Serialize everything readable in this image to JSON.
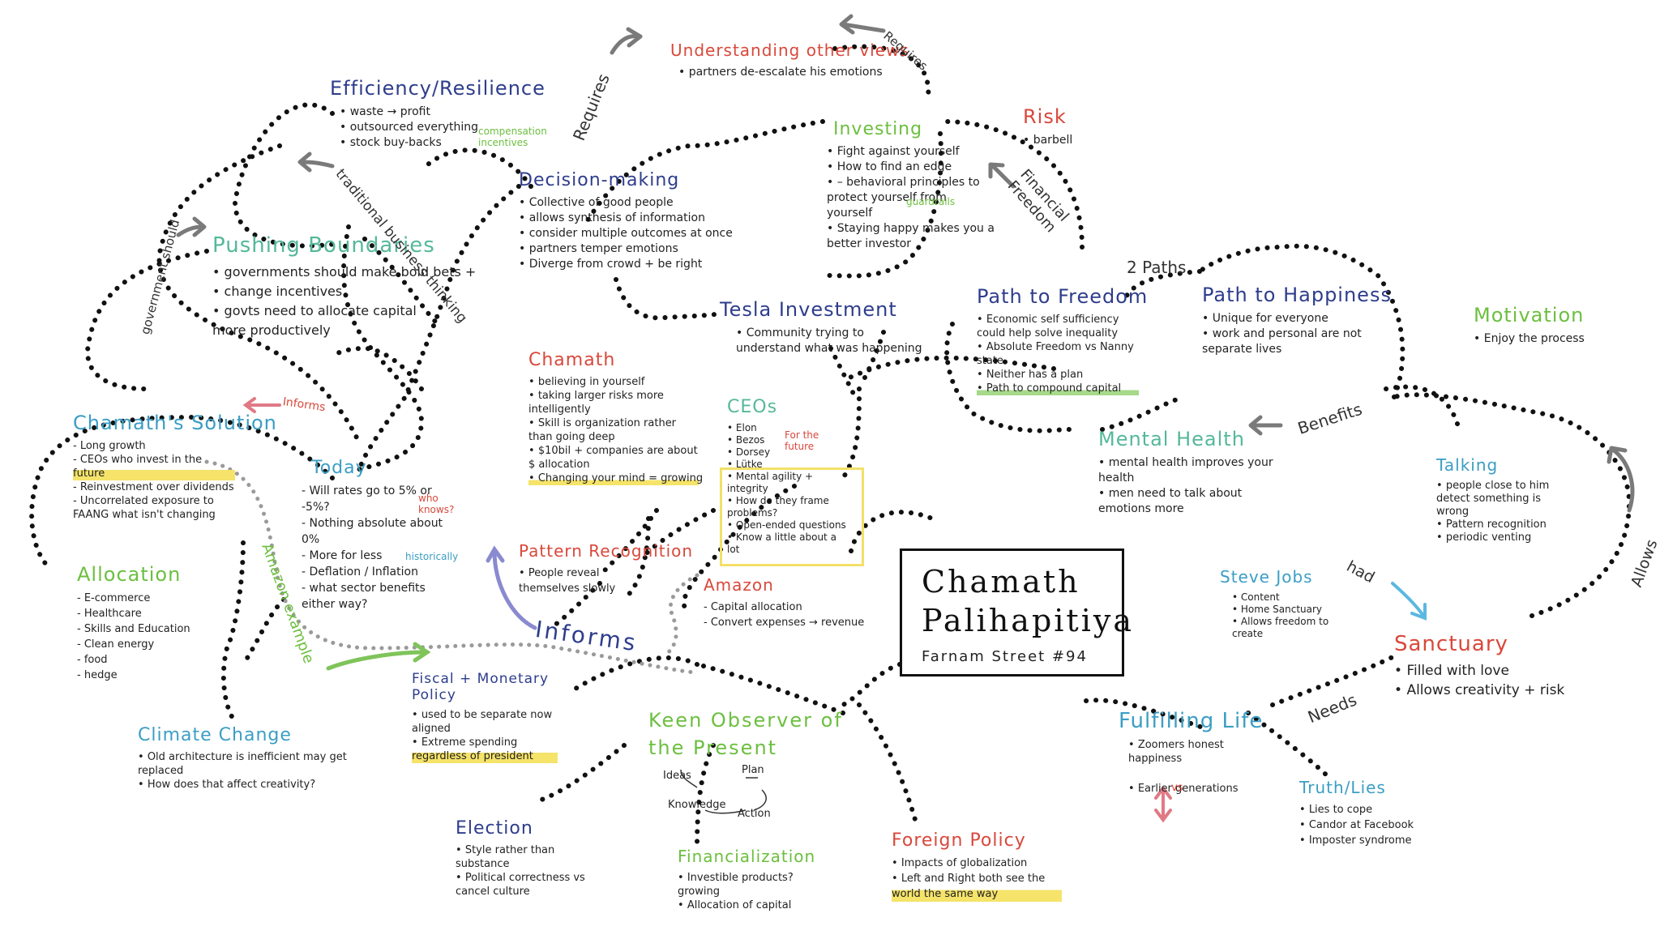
{
  "colors": {
    "navy": "#2e3d8c",
    "red": "#d9483b",
    "green": "#6cbf3f",
    "teal": "#3b9ec4",
    "mint": "#55b89a",
    "gray": "#7a7a7a",
    "ink": "#222222"
  },
  "center": {
    "line1": "Chamath",
    "line2": "Palihapitiya",
    "subtitle": "Farnam Street #94"
  },
  "nodes": {
    "efficiency": {
      "title": "Efficiency/Resilience",
      "items": [
        "waste → profit",
        "outsourced everything",
        "stock buy-backs"
      ],
      "note": "compensation incentives"
    },
    "understanding": {
      "title": "Understanding other views",
      "items": [
        "partners de-escalate his emotions"
      ]
    },
    "investing": {
      "title": "Investing",
      "items": [
        "Fight against yourself",
        "How to find an edge",
        "– behavioral principles to protect yourself from yourself",
        "Staying happy makes you a better investor"
      ],
      "note": "guardrails"
    },
    "risk": {
      "title": "Risk",
      "items": [
        "barbell"
      ]
    },
    "decision": {
      "title": "Decision-making",
      "items": [
        "Collective of good people",
        "allows synthesis of information",
        "consider multiple outcomes at once",
        "partners temper emotions",
        "Diverge from crowd + be right"
      ]
    },
    "pushing": {
      "title": "Pushing Boundaries",
      "items": [
        "governments should make bold bets +",
        "change incentives",
        "govts need to allocate capital more productively"
      ]
    },
    "tesla": {
      "title": "Tesla Investment",
      "items": [
        "Community trying to understand what was happening"
      ]
    },
    "path_freedom": {
      "title": "Path to Freedom",
      "items": [
        "Economic self sufficiency could help solve inequality",
        "Absolute Freedom vs Nanny state",
        "Neither has a plan",
        "Path to compound capital"
      ]
    },
    "path_happiness": {
      "title": "Path to Happiness",
      "items": [
        "Unique for everyone",
        "work and personal are not separate lives"
      ]
    },
    "motivation": {
      "title": "Motivation",
      "items": [
        "Enjoy the process"
      ]
    },
    "chamath": {
      "title": "Chamath",
      "items": [
        "believing in yourself",
        "taking larger risks more intelligently",
        "Skill is organization rather than going deep",
        "$10bil + companies are about $ allocation",
        "Changing your mind = growing"
      ]
    },
    "ceos": {
      "title": "CEOs",
      "items": [
        "Elon",
        "Bezos",
        "Dorsey",
        "Lütke",
        "Mental agility + integrity",
        "How do they frame problems?",
        "Open-ended questions",
        "Know a little about a lot"
      ],
      "note": "For the future"
    },
    "solution": {
      "title": "Chamath's Solution",
      "items": [
        "Long growth",
        "CEOs who invest in the future",
        "Reinvestment over dividends",
        "Uncorrelated exposure to FAANG what isn't changing"
      ]
    },
    "today": {
      "title": "Today",
      "items": [
        "Will rates go to 5% or -5%?",
        "Nothing absolute about 0%",
        "More for less",
        "Deflation / Inflation",
        "what sector benefits either way?"
      ],
      "note1": "who knows?",
      "note2": "historically"
    },
    "mental_health": {
      "title": "Mental Health",
      "items": [
        "mental health improves your health",
        "men need to talk about emotions more"
      ]
    },
    "talking": {
      "title": "Talking",
      "items": [
        "people close to him detect something is wrong",
        "Pattern recognition",
        "periodic venting"
      ]
    },
    "allocation": {
      "title": "Allocation",
      "items": [
        "E-commerce",
        "Healthcare",
        "Skills and Education",
        "Clean energy",
        "food",
        "hedge"
      ]
    },
    "pattern": {
      "title": "Pattern Recognition",
      "items": [
        "People reveal themselves slowly"
      ]
    },
    "amazon": {
      "title": "Amazon",
      "items": [
        "Capital allocation",
        "Convert expenses → revenue"
      ]
    },
    "steve": {
      "title": "Steve Jobs",
      "items": [
        "Content",
        "Home Sanctuary",
        "Allows freedom to create"
      ]
    },
    "sanctuary": {
      "title": "Sanctuary",
      "items": [
        "Filled with love",
        "Allows creativity + risk"
      ]
    },
    "climate": {
      "title": "Climate Change",
      "items": [
        "Old architecture is inefficient may get replaced",
        "How does that affect creativity?"
      ]
    },
    "fiscal": {
      "title": "Fiscal + Monetary Policy",
      "items": [
        "used to be separate now aligned",
        "Extreme spending regardless of president"
      ]
    },
    "keen": {
      "title": "Keen Observer of the Present",
      "cycle": [
        "Ideas",
        "Plan",
        "Action",
        "Knowledge"
      ]
    },
    "fulfilling": {
      "title": "Fulfilling Life",
      "items": [
        "Zoomers honest happiness",
        "Earlier generations"
      ],
      "vs": "vs"
    },
    "truth": {
      "title": "Truth/Lies",
      "items": [
        "Lies to cope",
        "Candor at Facebook",
        "Imposter syndrome"
      ]
    },
    "election": {
      "title": "Election",
      "items": [
        "Style rather than substance",
        "Political correctness vs cancel culture"
      ]
    },
    "financialization": {
      "title": "Financialization",
      "items": [
        "Investible products? growing",
        "Allocation of capital"
      ]
    },
    "foreign": {
      "title": "Foreign Policy",
      "items": [
        "Impacts of globalization",
        "Left and Right both see the world the same way"
      ]
    }
  },
  "labels": {
    "requires1": "Requires",
    "requires2": "Requires",
    "traditional": "traditional business thinking",
    "gov_should": "government should",
    "financial_freedom": "Financial Freedom",
    "two_paths": "2 Paths",
    "benefits": "Benefits",
    "informs_small": "Informs",
    "informs_big": "Informs",
    "amazon_example": "Amazon example",
    "had": "had",
    "allows": "Allows",
    "needs": "Needs"
  }
}
